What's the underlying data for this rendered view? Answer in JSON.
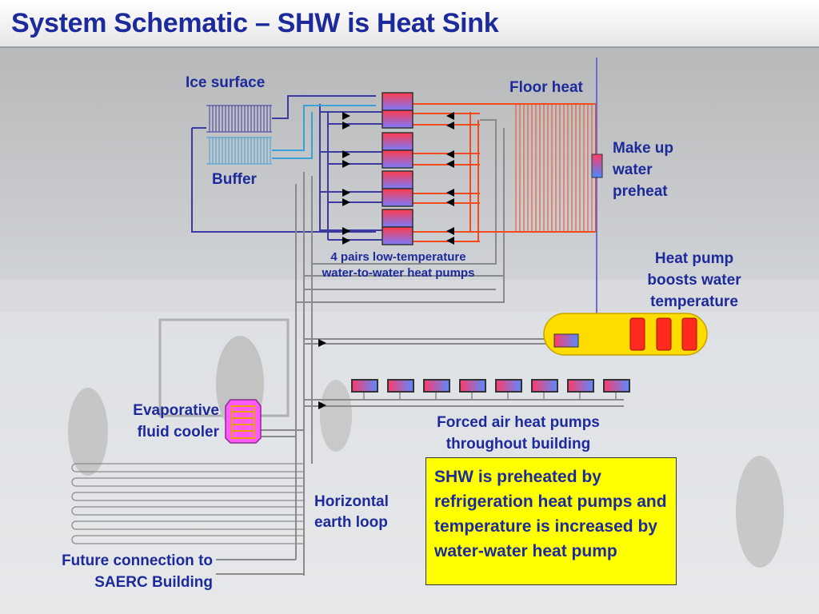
{
  "title": "System Schematic – SHW is Heat Sink",
  "labels": {
    "ice_surface": "Ice surface",
    "floor_heat": "Floor heat",
    "buffer": "Buffer",
    "make_up": [
      "Make up",
      "water",
      "preheat"
    ],
    "heat_pumps_pairs": [
      "4 pairs low-temperature",
      "water-to-water heat pumps"
    ],
    "heat_pump_boost": [
      "Heat pump",
      "boosts water",
      "temperature"
    ],
    "forced_air": [
      "Forced air heat pumps",
      "throughout building"
    ],
    "evap": [
      "Evaporative",
      "fluid cooler"
    ],
    "horizontal": [
      "Horizontal",
      "earth loop"
    ],
    "future": [
      "Future connection to",
      "SAERC Building"
    ]
  },
  "note": "SHW is preheated by refrigeration heat pumps and temperature is increased by water-water heat pump",
  "colors": {
    "title": "#1c2a9c",
    "cold_pipe": "#3a3aa0",
    "ice_pipe": "#3aa0d8",
    "hot_pipe": "#f04a1e",
    "gray_pipe": "#8a8a8a",
    "note_bg": "#ffff00",
    "tank": "#ffdc00"
  }
}
